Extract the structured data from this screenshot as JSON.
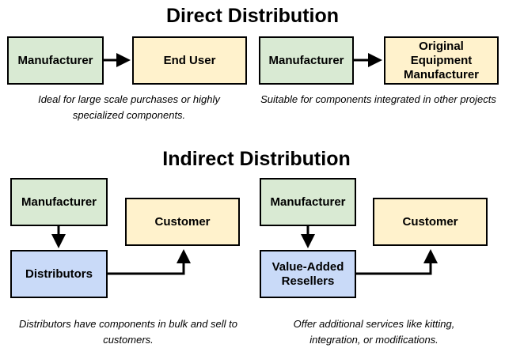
{
  "direct": {
    "title": "Direct Distribution",
    "left": {
      "source": "Manufacturer",
      "target": "End User",
      "caption": "Ideal for large scale purchases or highly specialized components."
    },
    "right": {
      "source": "Manufacturer",
      "target": "Original Equipment Manufacturer",
      "caption": "Suitable for components integrated in other projects"
    }
  },
  "indirect": {
    "title": "Indirect Distribution",
    "left": {
      "source": "Manufacturer",
      "middle": "Distributors",
      "target": "Customer",
      "caption": "Distributors have components in bulk and sell to customers."
    },
    "right": {
      "source": "Manufacturer",
      "middle": "Value-Added Resellers",
      "target": "Customer",
      "caption": "Offer additional services like kitting, integration, or modifications."
    }
  },
  "colors": {
    "manufacturer_fill": "#d9ead3",
    "customer_fill": "#fff2cc",
    "intermediary_fill": "#c9daf8",
    "stroke": "#000000"
  }
}
